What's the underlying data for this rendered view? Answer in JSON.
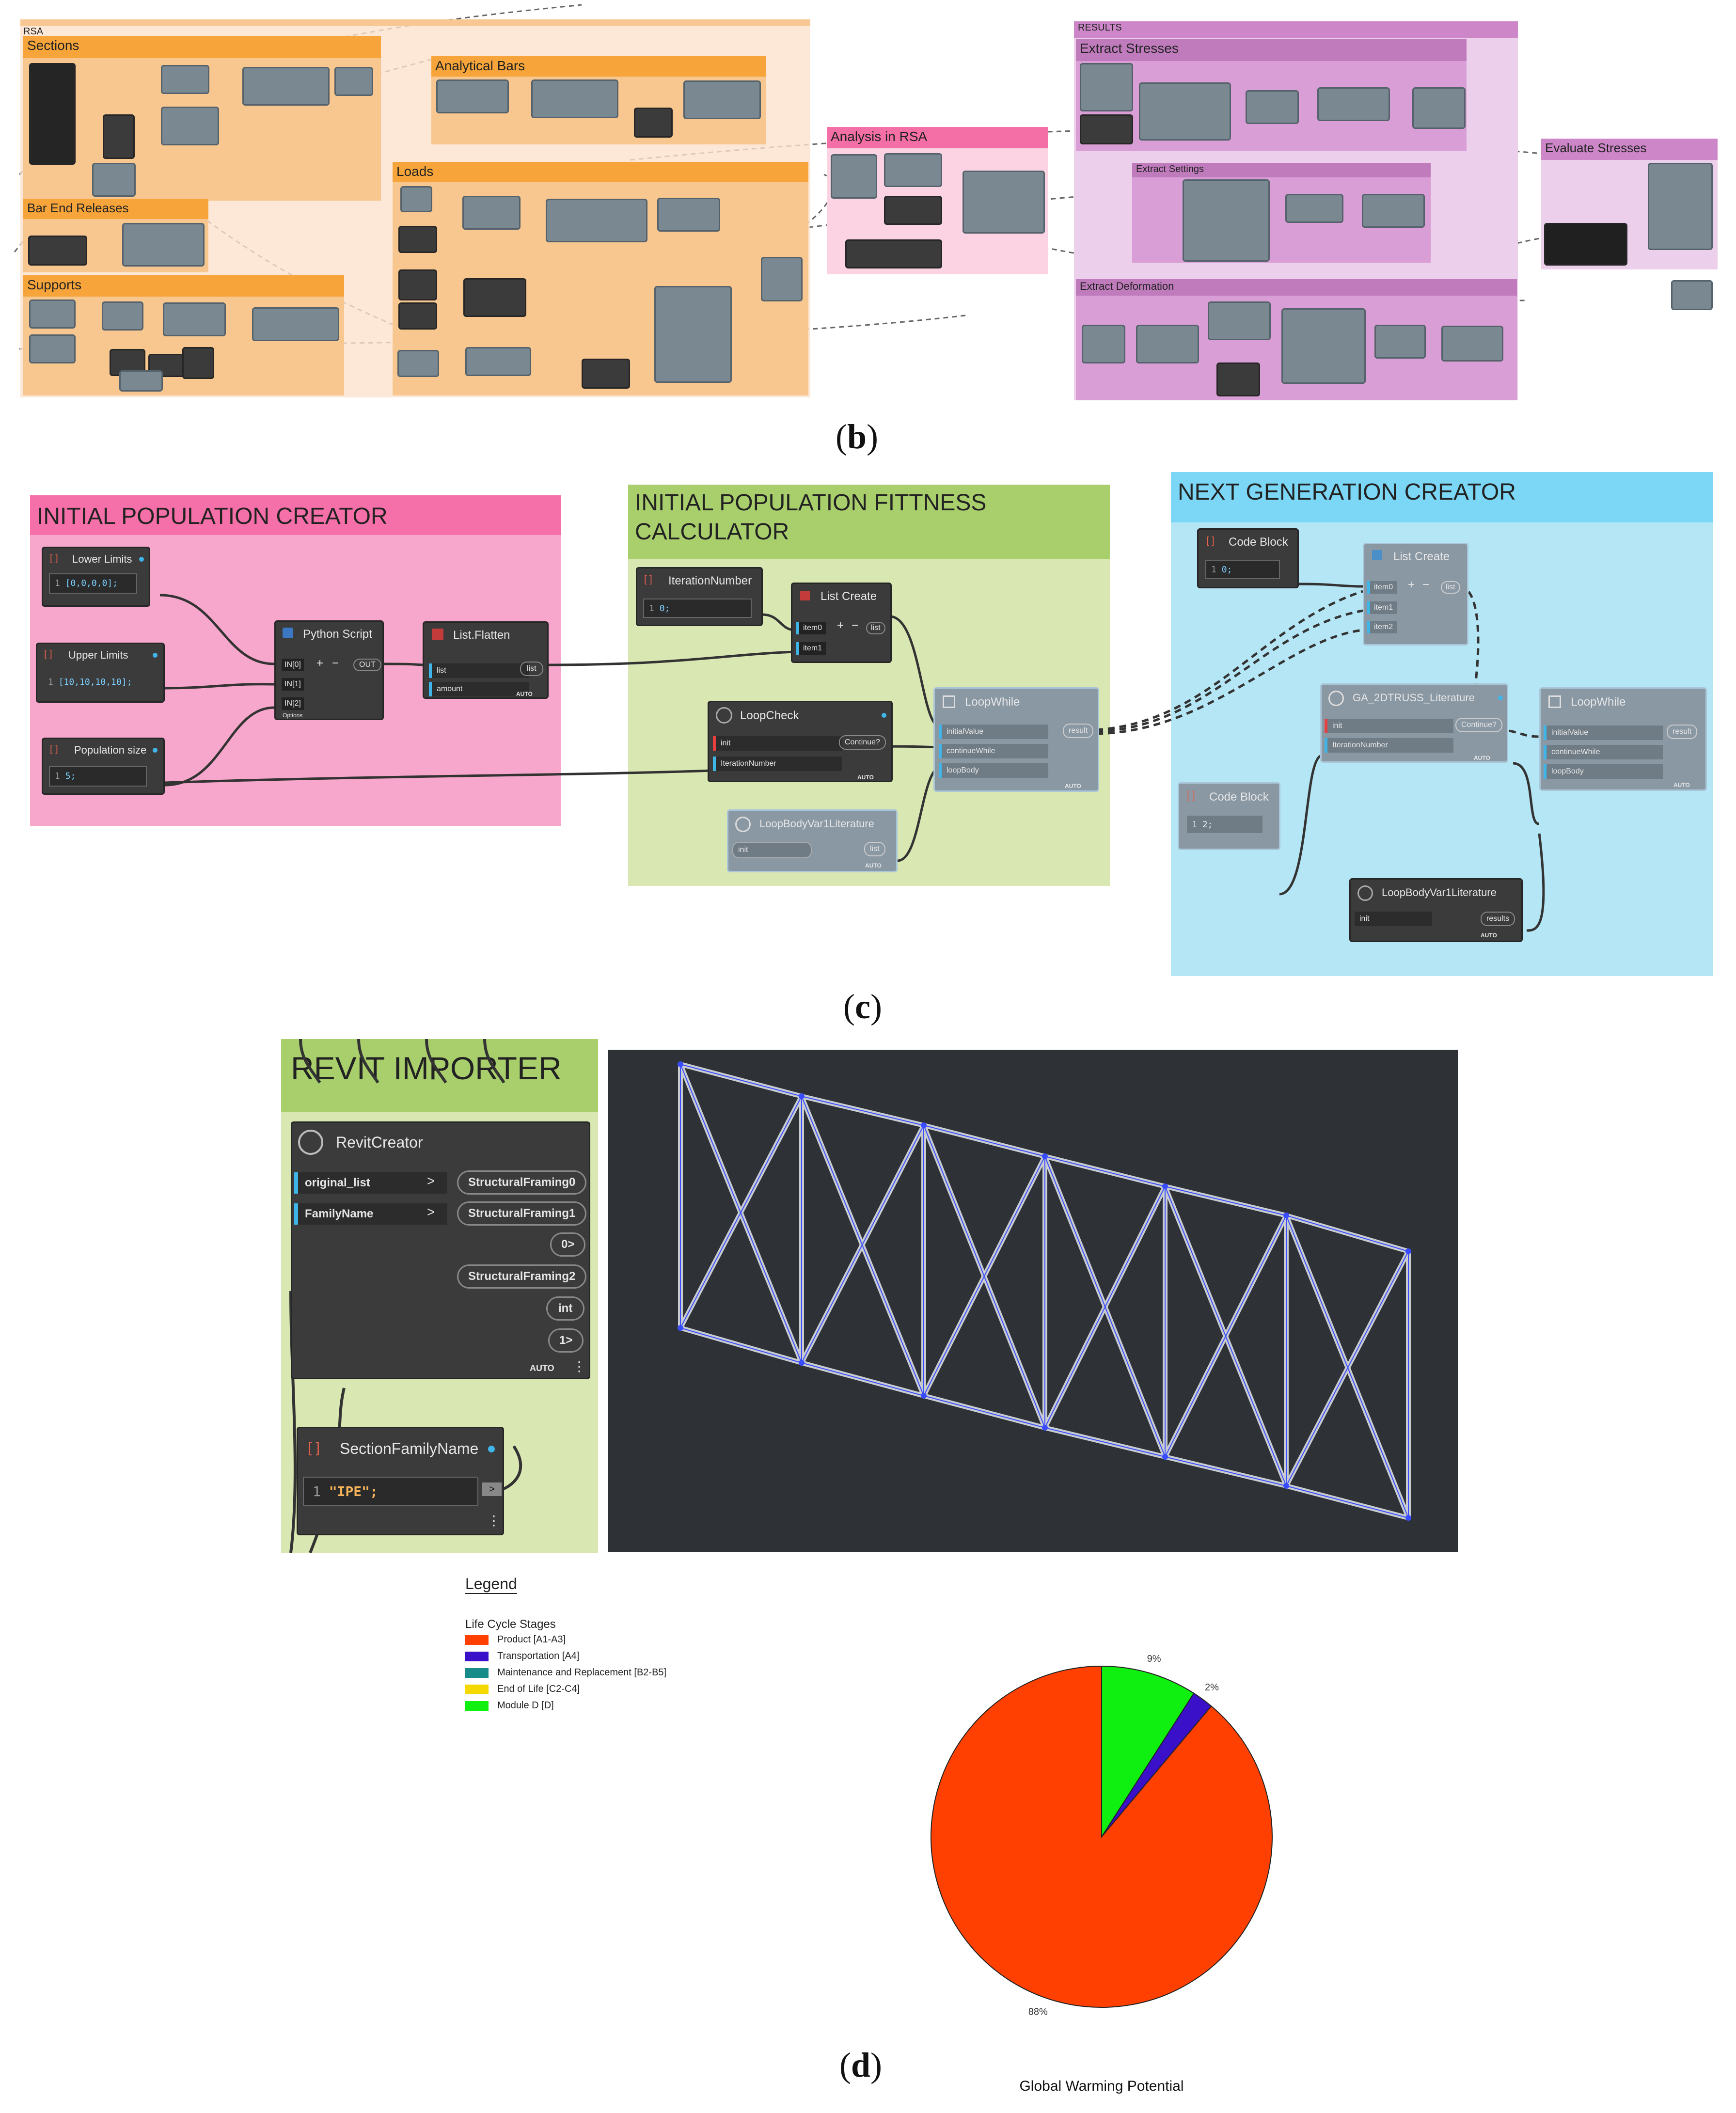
{
  "panel_b": {
    "caption": "b",
    "groups": {
      "rsa": "RSA",
      "sections": "Sections",
      "analytical_bars": "Analytical Bars",
      "bar_end_releases": "Bar End Releases",
      "loads": "Loads",
      "supports": "Supports",
      "analysis_in_rsa": "Analysis in RSA",
      "results": "RESULTS",
      "extract_stresses": "Extract Stresses",
      "extract_settings": "Extract Settings",
      "extract_deformation": "Extract Deformation",
      "evaluate_stresses": "Evaluate Stresses"
    }
  },
  "panel_c": {
    "caption": "c",
    "initial_population": {
      "title": "INITIAL POPULATION CREATOR",
      "lower_limits": {
        "title": "Lower Limits",
        "line": "1",
        "code": "[0,0,0,0];"
      },
      "upper_limits": {
        "title": "Upper Limits",
        "line": "1",
        "code": "[10,10,10,10];"
      },
      "population_size": {
        "title": "Population size",
        "line": "1",
        "code": "5;"
      },
      "python_script": {
        "title": "Python Script",
        "in0": "IN[0]",
        "in1": "IN[1]",
        "in2": "IN[2]",
        "out": "OUT",
        "footer": "Options"
      },
      "list_flatten": {
        "title": "List.Flatten",
        "in1": "list",
        "in2": "amount",
        "out": "list",
        "auto": "AUTO"
      }
    },
    "fitness": {
      "title_line1": "INITIAL POPULATION  FITTNESS",
      "title_line2": "CALCULATOR",
      "iteration_number": {
        "title": "IterationNumber",
        "line": "1",
        "code": "0;"
      },
      "list_create": {
        "title": "List Create",
        "in0": "item0",
        "in1": "item1",
        "out": "list"
      },
      "loop_check": {
        "title": "LoopCheck",
        "in0": "init",
        "in1": "IterationNumber",
        "out": "Continue?",
        "auto": "AUTO"
      },
      "loop_while": {
        "title": "LoopWhile",
        "in0": "initialValue",
        "in1": "continueWhile",
        "in2": "loopBody",
        "out": "result",
        "auto": "AUTO"
      },
      "loop_body": {
        "title": "LoopBodyVar1Literature",
        "in0": "init",
        "out": "list",
        "auto": "AUTO"
      }
    },
    "next_gen": {
      "title": "NEXT GENERATION CREATOR",
      "code_block1": {
        "title": "Code Block",
        "line": "1",
        "code": "0;"
      },
      "list_create": {
        "title": "List Create",
        "in0": "item0",
        "in1": "item1",
        "in2": "item2",
        "out": "list"
      },
      "ga": {
        "title": "GA_2DTRUSS_Literature",
        "in0": "init",
        "in1": "IterationNumber",
        "out": "Continue?",
        "auto": "AUTO"
      },
      "loop_while": {
        "title": "LoopWhile",
        "in0": "initialValue",
        "in1": "continueWhile",
        "in2": "loopBody",
        "out": "result",
        "auto": "AUTO"
      },
      "code_block2": {
        "title": "Code Block",
        "line": "1",
        "code": "2;"
      },
      "loop_body": {
        "title": "LoopBodyVar1Literature",
        "in0": "init",
        "out": "results",
        "auto": "AUTO"
      }
    }
  },
  "panel_d": {
    "caption": "d",
    "revit": {
      "title": "REVIT IMPORTER",
      "creator": {
        "title": "RevitCreator",
        "in0": "original_list",
        "in1": "FamilyName",
        "outs": [
          "StructuralFraming0",
          "StructuralFraming1",
          "0>",
          "StructuralFraming2",
          "int",
          "1>"
        ],
        "auto": "AUTO"
      },
      "section": {
        "title": "SectionFamilyName",
        "line": "1",
        "code": "\"IPE\";"
      }
    },
    "legend": {
      "title": "Legend",
      "subtitle": "Life Cycle Stages",
      "items": [
        {
          "label": "Product [A1-A3]",
          "color": "#ff4000"
        },
        {
          "label": "Transportation [A4]",
          "color": "#3a10c8"
        },
        {
          "label": "Maintenance and Replacement [B2-B5]",
          "color": "#178a8a"
        },
        {
          "label": "End of Life [C2-C4]",
          "color": "#f5d800"
        },
        {
          "label": "Module D [D]",
          "color": "#10f010"
        }
      ]
    }
  },
  "chart_data": {
    "type": "pie",
    "title": "Global Warming Potential",
    "labels": [
      "Product [A1-A3]",
      "Transportation [A4]",
      "Maintenance and Replacement [B2-B5]",
      "End of Life [C2-C4]",
      "Module D [D]"
    ],
    "values": [
      88,
      2,
      0,
      0,
      9
    ],
    "data_labels": [
      "88%",
      "2%",
      "",
      "",
      "9%"
    ],
    "colors": [
      "#ff4000",
      "#3a10c8",
      "#178a8a",
      "#f5d800",
      "#10f010"
    ],
    "legend_position": "top-left"
  }
}
